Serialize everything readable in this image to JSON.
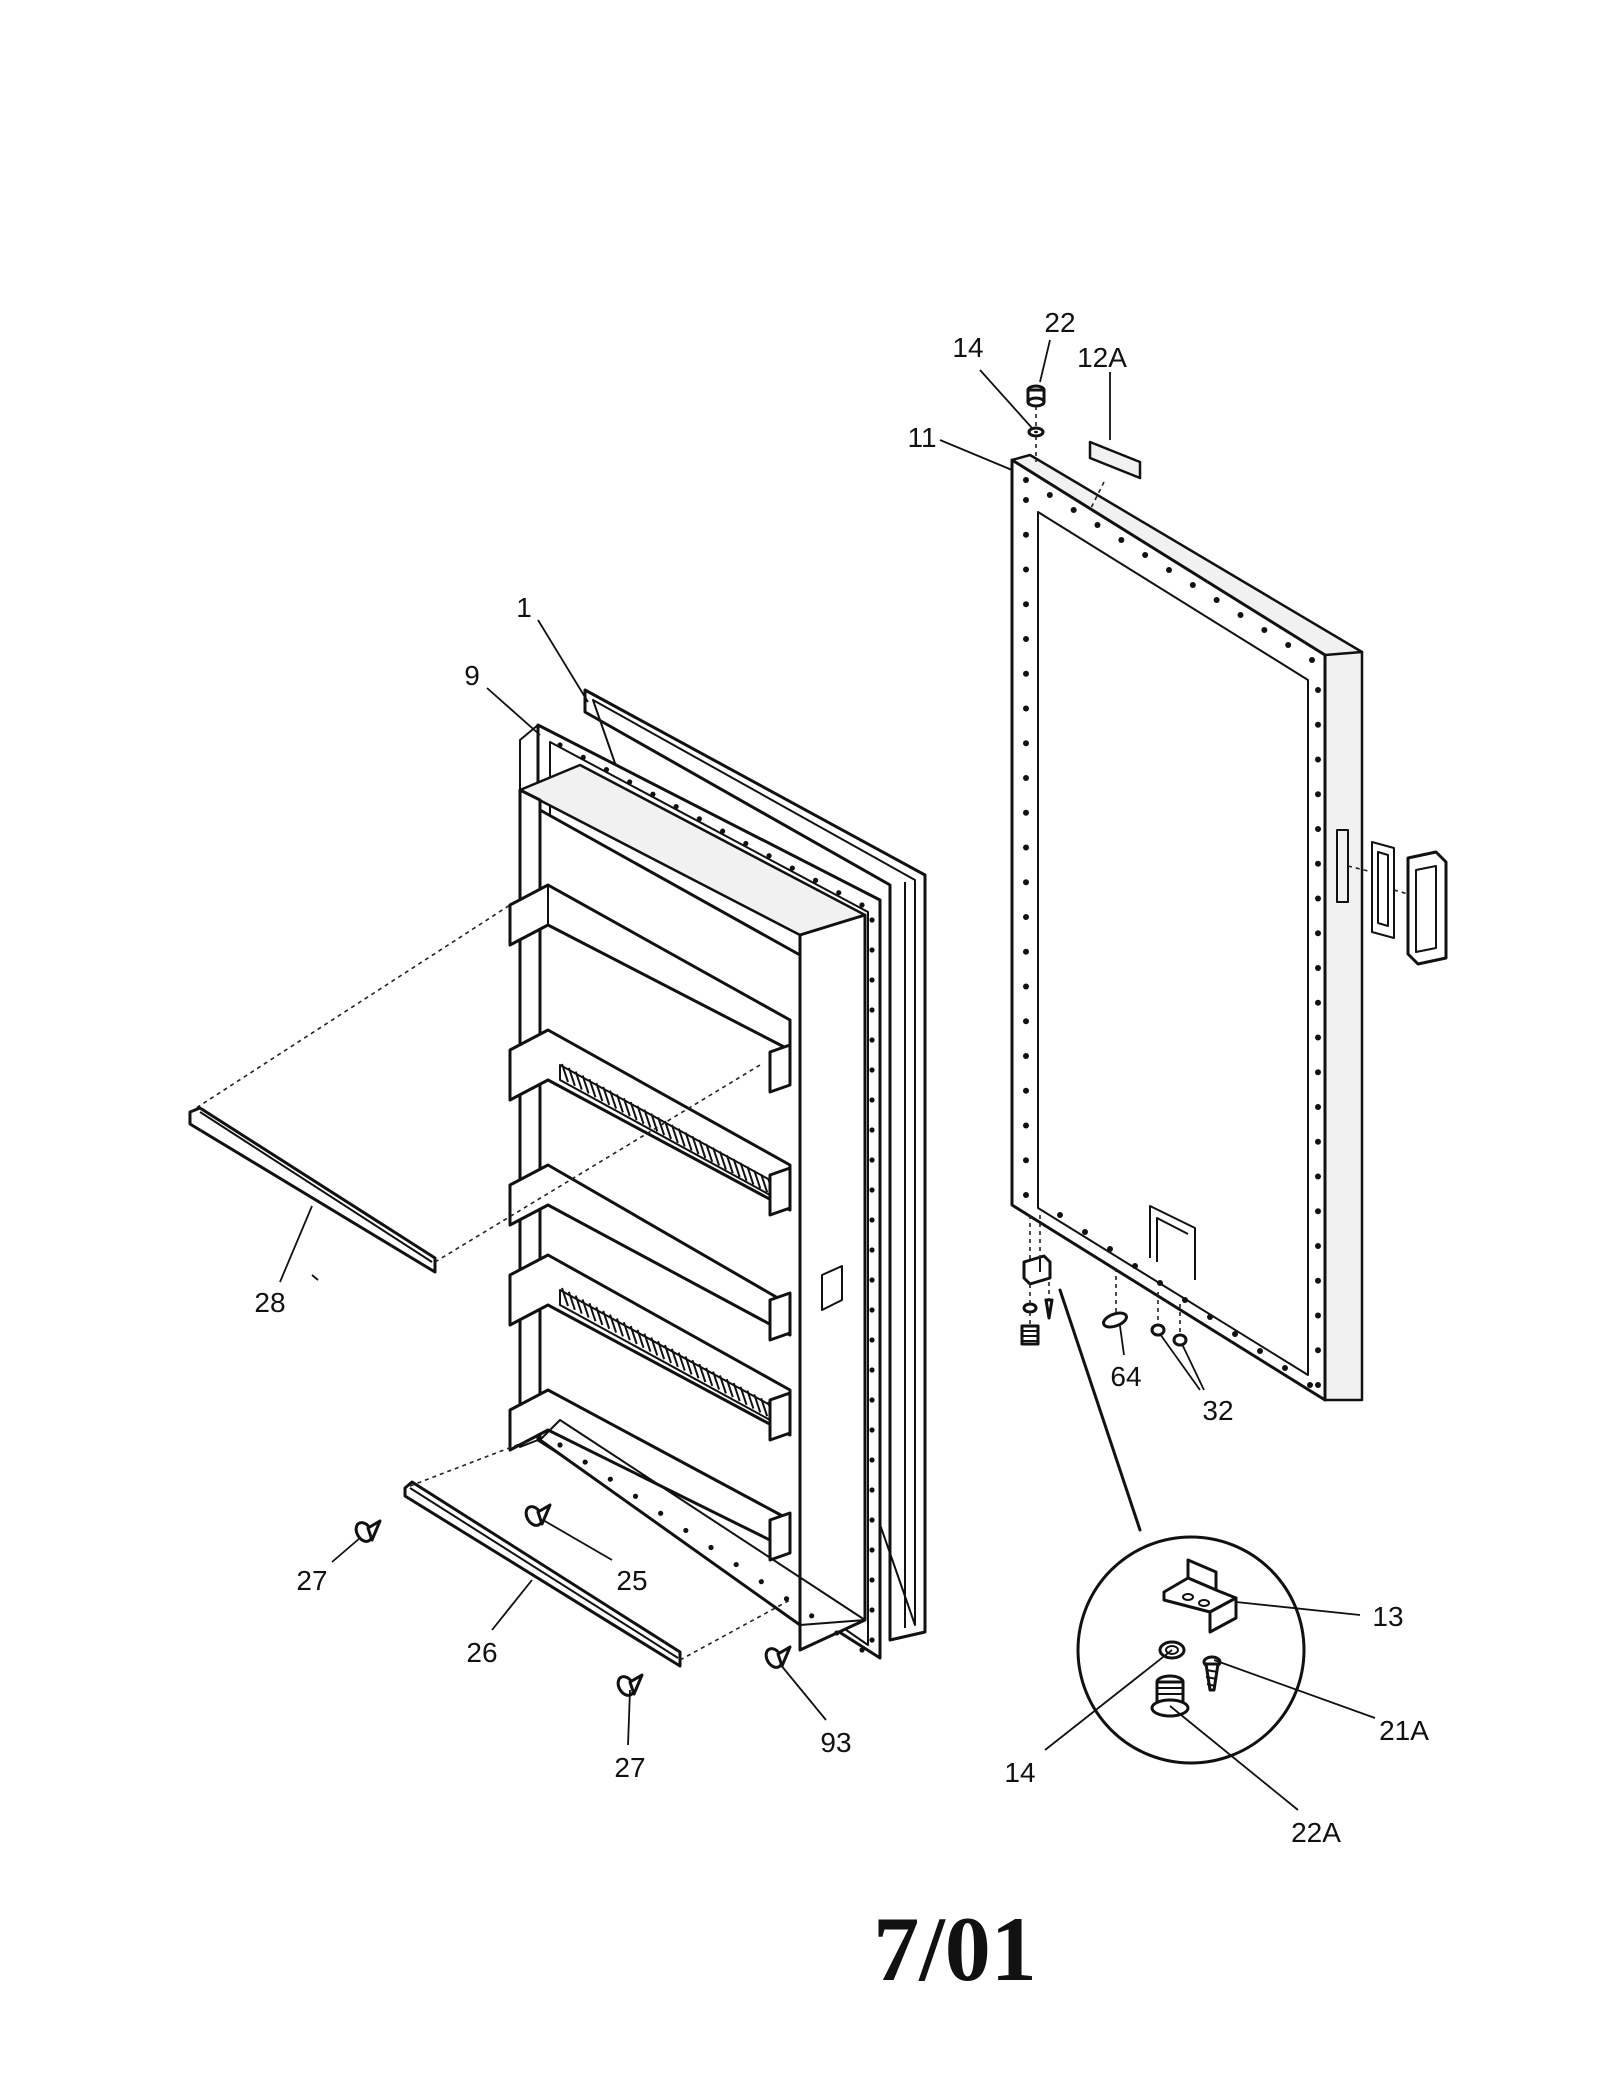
{
  "callouts": {
    "c1": "1",
    "c9": "9",
    "c11": "11",
    "c12a": "12A",
    "c13": "13",
    "c14_top": "14",
    "c14_detail": "14",
    "c21a": "21A",
    "c22_top": "22",
    "c22a": "22A",
    "c25": "25",
    "c26": "26",
    "c27_left": "27",
    "c27_bottom": "27",
    "c28": "28",
    "c32": "32",
    "c64": "64",
    "c93": "93"
  },
  "date_code": "7/01"
}
